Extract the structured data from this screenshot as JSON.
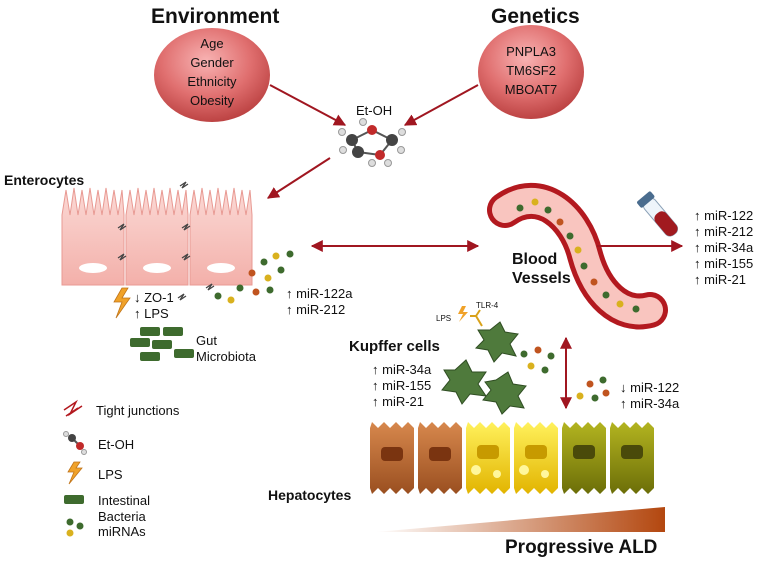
{
  "environment": {
    "title": "Environment",
    "items": [
      "Age",
      "Gender",
      "Ethnicity",
      "Obesity"
    ]
  },
  "genetics": {
    "title": "Genetics",
    "items": [
      "PNPLA3",
      "TM6SF2",
      "MBOAT7"
    ]
  },
  "ethanol_label": "Et-OH",
  "enterocytes_label": "Enterocytes",
  "enterocyte_effects": [
    "↓ ZO-1",
    "↑ LPS"
  ],
  "gut_microbiota": [
    "Gut",
    "Microbiota"
  ],
  "gut_mirnas": [
    "↑ miR-122a",
    "↑ miR-212"
  ],
  "blood_vessels": [
    "Blood",
    "Vessels"
  ],
  "blood_mirnas": [
    "↑ miR-122",
    "↑ miR-212",
    "↑ miR-34a",
    "↑ miR-155",
    "↑ miR-21"
  ],
  "kupffer": {
    "title": "Kupffer cells",
    "lps_label": "LPS",
    "tlr_label": "TLR-4",
    "mirnas": [
      "↑ miR-34a",
      "↑ miR-155",
      "↑ miR-21"
    ]
  },
  "liver_mirnas": [
    "↓ miR-122",
    "↑ miR-34a"
  ],
  "hepatocytes_label": "Hepatocytes",
  "progressive_label": "Progressive ALD",
  "legend": {
    "tight_junctions": "Tight junctions",
    "etoh": "Et-OH",
    "lps": "LPS",
    "bacteria": [
      "Intestinal",
      "Bacteria"
    ],
    "mirnas": "miRNAs"
  },
  "colors": {
    "arrow": "#a01620",
    "enterocyte": "#f8c9c4",
    "vessel": "#c61f25",
    "bacteria": "#3e6b2e",
    "kupffer": "#4f7a3c",
    "lps": "#f0a229"
  }
}
